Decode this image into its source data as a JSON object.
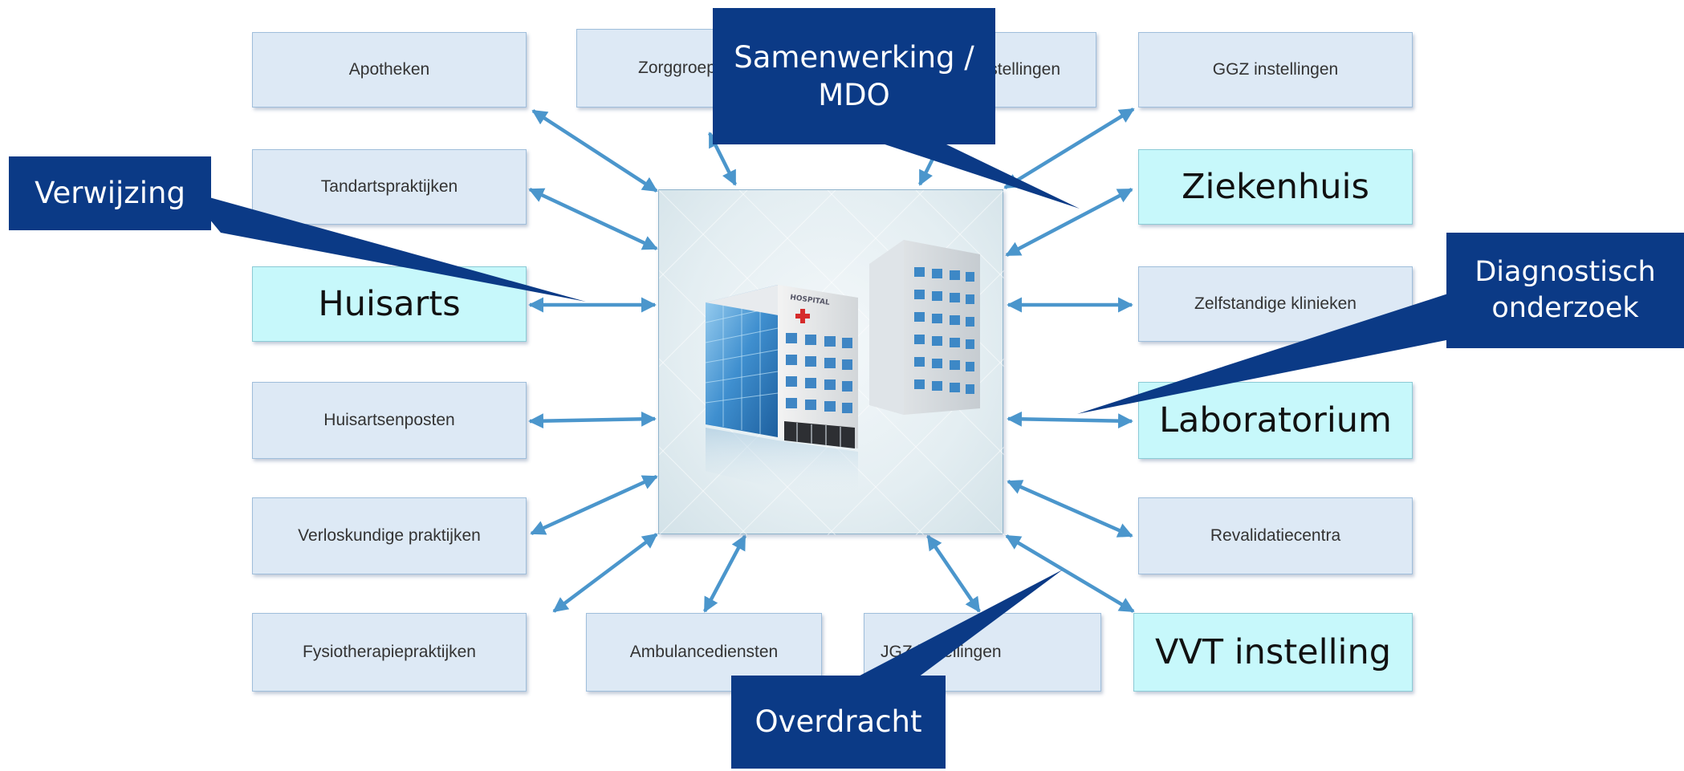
{
  "nodes": {
    "apotheken": "Apotheken",
    "zorggroepen": "Zorggroepen",
    "gemeentelijke_instellingen": "Gemeentelijke instellingen",
    "ggz_instellingen": "GGZ instellingen",
    "tandartspraktijken": "Tandartspraktijken",
    "ziekenhuis": "Ziekenhuis",
    "huisarts": "Huisarts",
    "zelfstandige_klinieken": "Zelfstandige klinieken",
    "huisartsenposten": "Huisartsenposten",
    "laboratorium": "Laboratorium",
    "verloskundige_praktijken": "Verloskundige praktijken",
    "revalidatiecentra": "Revalidatiecentra",
    "fysiotherapiepraktijken": "Fysiotherapiepraktijken",
    "ambulancediensten": "Ambulancediensten",
    "jgz_instellingen": "JGZ instellingen",
    "vvt_instelling": "VVT instelling"
  },
  "center": {
    "icon": "hospital-building-icon",
    "sign_text": "HOSPITAL"
  },
  "callouts": {
    "verwijzing": "Verwijzing",
    "samenwerking": "Samenwerking /\nMDO",
    "diagnostisch": "Diagnostisch\nonderzoek",
    "overdracht": "Overdracht"
  },
  "colors": {
    "node_fill": "#dde9f5",
    "node_highlight_fill": "#c7f8fb",
    "callout_fill": "#0b3a86",
    "arrow": "#4b96cc"
  }
}
